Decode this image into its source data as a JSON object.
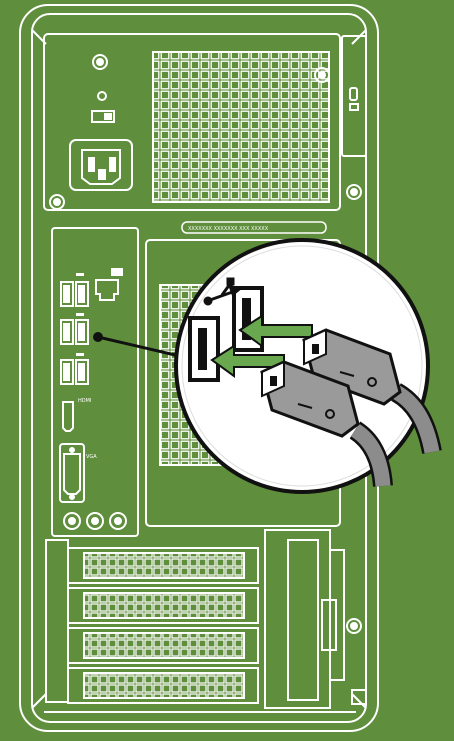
{
  "figure": {
    "description_visible_text": {
      "hdmi_label": "HDMI",
      "vga_label": "VGA",
      "label_strip_text": "XXXXXXX XXXXXXX XXX XXXXX"
    },
    "colors": {
      "background": "#5f8f3c",
      "line": "#ffffff",
      "callout_fill": "#ffffff",
      "arrow_green": "#6aa84f",
      "cable_grey": "#8c8c8c",
      "plug_grey": "#9a9a9a",
      "cable_dark": "#555555"
    },
    "icons": {
      "usb": "usb-icon",
      "network": "network-icon",
      "lock": "lock-icon",
      "screw": "screw-icon"
    }
  }
}
